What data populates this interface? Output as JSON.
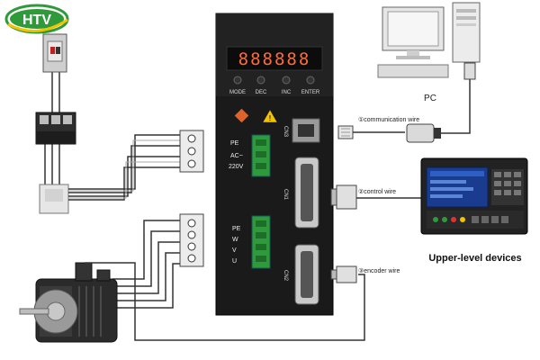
{
  "brand": {
    "logo_text": "HTV",
    "colors": {
      "green": "#2f9a3a",
      "yellow": "#f2c400"
    }
  },
  "driver": {
    "display_digits": "888888",
    "buttons": [
      "MODE",
      "DEC",
      "INC",
      "ENTER"
    ],
    "power_terminal_labels": [
      "PE",
      "AC~",
      "220V"
    ],
    "motor_terminal_labels": [
      "PE",
      "W",
      "V",
      "U"
    ],
    "ports": {
      "cn3": "CN3",
      "cn1": "CN1",
      "cn2": "CN2"
    }
  },
  "labels": {
    "pc": "PC",
    "communication_wire": "①communication wire",
    "control_wire": "②control wire",
    "encoder_wire": "③encoder wire",
    "upper_level_devices": "Upper-level devices"
  }
}
